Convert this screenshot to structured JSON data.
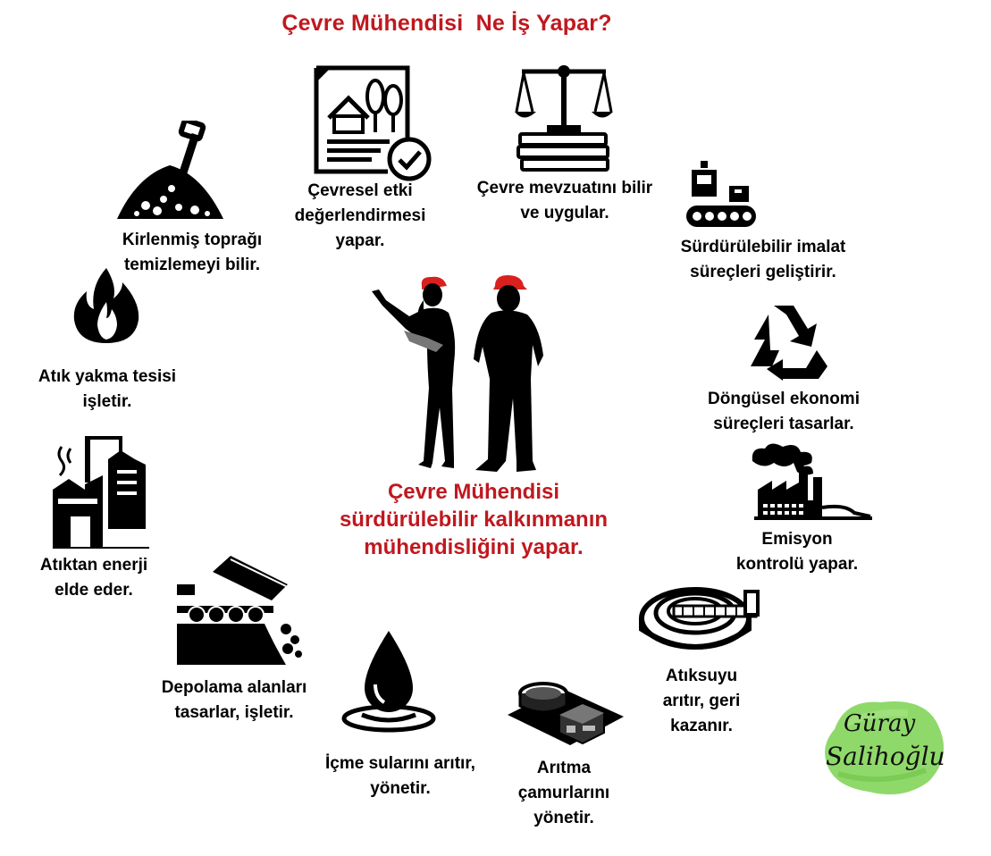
{
  "title": "Çevre Mühendisi  Ne İş Yapar?",
  "center_text": {
    "line1": "Çevre Mühendisi",
    "line2": "sürdürülebilir kalkınmanın",
    "line3": "mühendisliğini yapar."
  },
  "items": [
    {
      "icon": "shovel-soil-icon",
      "lines": [
        "Kirlenmiş toprağı",
        "temizlemeyi bilir."
      ]
    },
    {
      "icon": "document-check-icon",
      "lines": [
        "Çevresel etki",
        "değerlendirmesi",
        "yapar."
      ]
    },
    {
      "icon": "scales-books-icon",
      "lines": [
        "Çevre mevzuatını bilir",
        "ve uygular."
      ]
    },
    {
      "icon": "conveyor-robot-icon",
      "lines": [
        "Sürdürülebilir imalat",
        "süreçleri geliştirir."
      ]
    },
    {
      "icon": "recycle-icon",
      "lines": [
        "Döngüsel ekonomi",
        "süreçleri tasarlar."
      ]
    },
    {
      "icon": "factory-emission-icon",
      "lines": [
        "Emisyon",
        "kontrolü yapar."
      ]
    },
    {
      "icon": "clarifier-tank-icon",
      "lines": [
        "Atıksuyu",
        "arıtır, geri",
        "kazanır."
      ]
    },
    {
      "icon": "sludge-plant-icon",
      "lines": [
        "Arıtma",
        "çamurlarını",
        "yönetir."
      ]
    },
    {
      "icon": "water-drop-icon",
      "lines": [
        "İçme sularını arıtır,",
        "yönetir."
      ]
    },
    {
      "icon": "landfill-truck-icon",
      "lines": [
        "Depolama alanları",
        "tasarlar, işletir."
      ]
    },
    {
      "icon": "energy-plant-icon",
      "lines": [
        "Atıktan enerji",
        "elde eder."
      ]
    },
    {
      "icon": "flame-icon",
      "lines": [
        "Atık yakma tesisi",
        "işletir."
      ]
    }
  ],
  "signature": "Güray Salihoğlu",
  "colors": {
    "accent_red": "#c0181f",
    "signature_green": "#8fd96a"
  }
}
